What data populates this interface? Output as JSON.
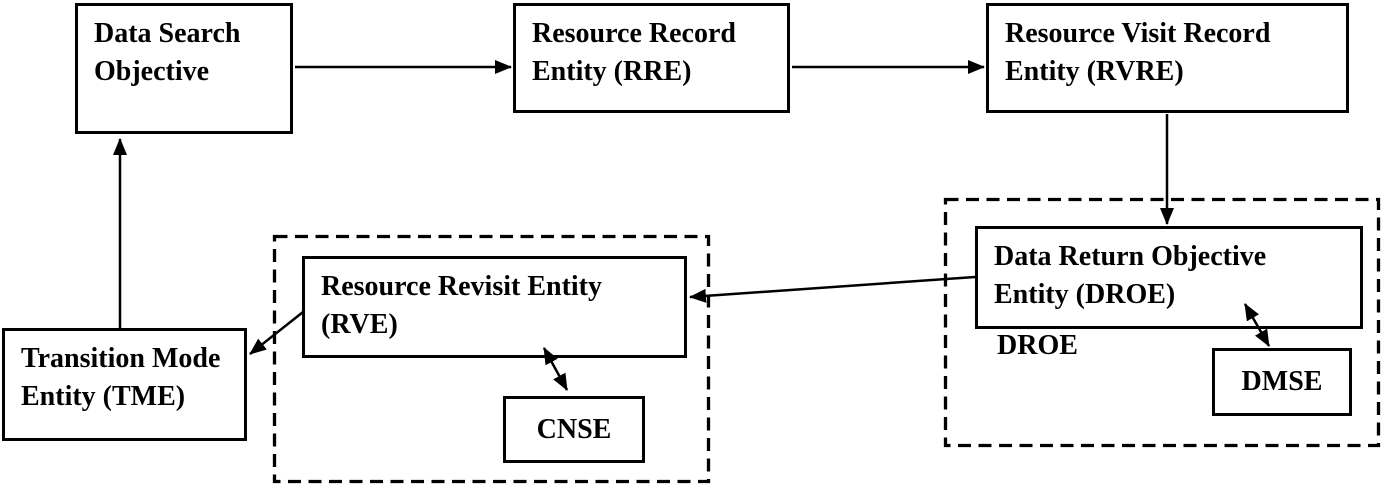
{
  "colors": {
    "ink": "#000000",
    "background": "#ffffff"
  },
  "diagram": {
    "nodes": {
      "dso": {
        "label": "Data Search Objective",
        "lines": [
          "Data Search",
          "Objective"
        ]
      },
      "rre": {
        "label": "Resource Record Entity (RRE)",
        "lines": [
          "Resource Record",
          "Entity (RRE)"
        ]
      },
      "rvre": {
        "label": "Resource Visit Record Entity (RVRE)",
        "lines": [
          "Resource Visit Record",
          "Entity (RVRE)"
        ]
      },
      "droe": {
        "label": "Data Return Objective Entity (DROE)",
        "lines": [
          "Data Return Objective",
          "Entity (DROE)"
        ]
      },
      "droe_group_caption": {
        "label": "DROE"
      },
      "dmse": {
        "label": "DMSE"
      },
      "rve": {
        "label": "Resource Revisit Entity (RVE)",
        "lines": [
          "Resource Revisit Entity",
          "(RVE)"
        ]
      },
      "cnse": {
        "label": "CNSE"
      },
      "tme": {
        "label": "Transition Mode Entity (TME)",
        "lines": [
          "Transition Mode",
          "Entity (TME)"
        ]
      }
    },
    "edges": [
      {
        "from": "Data Search Objective",
        "to": "Resource Record Entity (RRE)",
        "style": "arrow"
      },
      {
        "from": "Resource Record Entity (RRE)",
        "to": "Resource Visit Record Entity (RVRE)",
        "style": "arrow"
      },
      {
        "from": "Resource Visit Record Entity (RVRE)",
        "to": "Data Return Objective Entity (DROE)",
        "style": "arrow"
      },
      {
        "from": "Data Return Objective Entity (DROE)",
        "to": "Resource Revisit Entity (RVE)",
        "style": "arrow"
      },
      {
        "from": "Resource Revisit Entity (RVE)",
        "to": "Transition Mode Entity (TME)",
        "style": "arrow"
      },
      {
        "from": "Transition Mode Entity (TME)",
        "to": "Data Search Objective",
        "style": "arrow"
      },
      {
        "from": "Data Return Objective Entity (DROE)",
        "to": "DMSE",
        "style": "double-arrow"
      },
      {
        "from": "Resource Revisit Entity (RVE)",
        "to": "CNSE",
        "style": "double-arrow"
      }
    ]
  }
}
